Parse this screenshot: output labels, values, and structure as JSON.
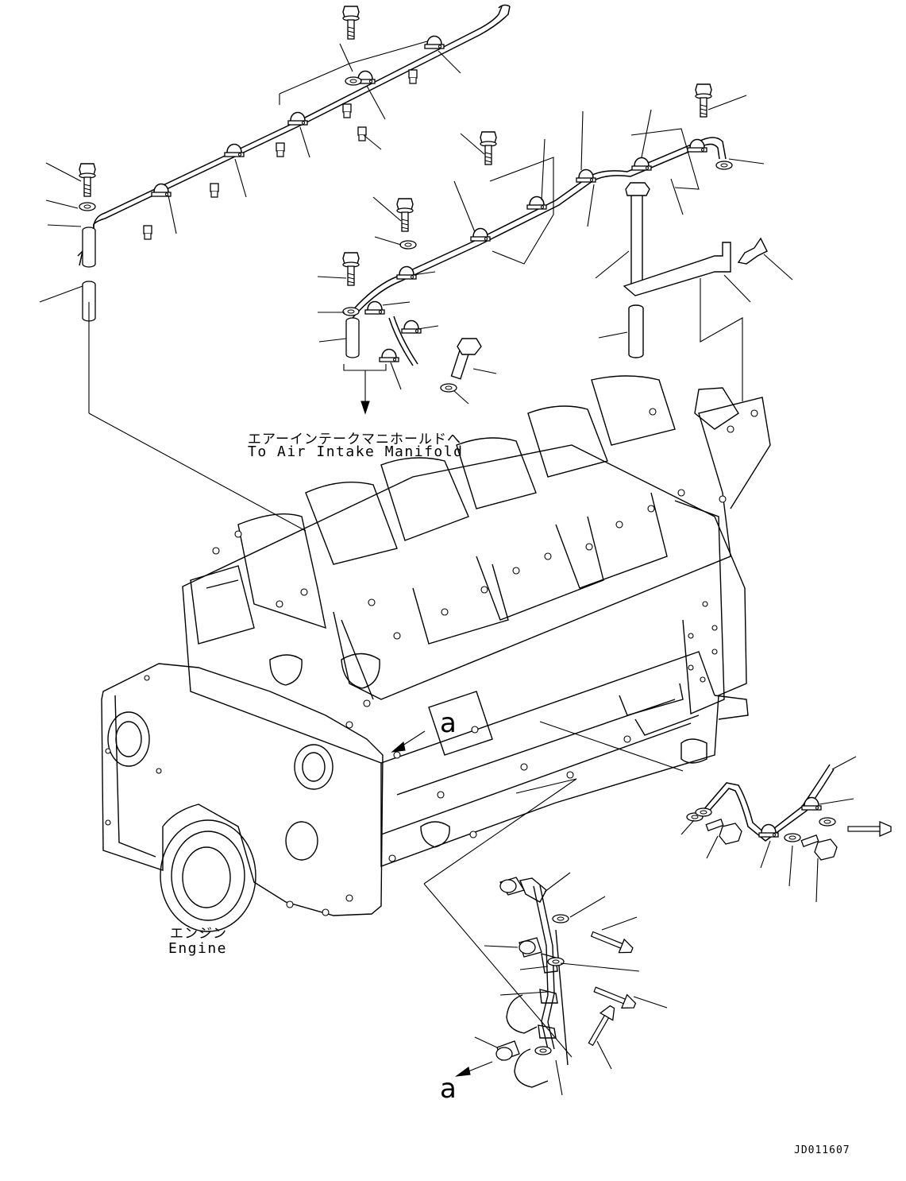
{
  "labels": {
    "intake_ja": "エアーインテークマニホールドへ",
    "intake_en": "To Air Intake Manifold",
    "engine_ja": "エンジン",
    "engine_en": "Engine",
    "view_a": "a",
    "drawing_code": "JD011607"
  },
  "colors": {
    "line": "#000000",
    "background": "#ffffff"
  }
}
